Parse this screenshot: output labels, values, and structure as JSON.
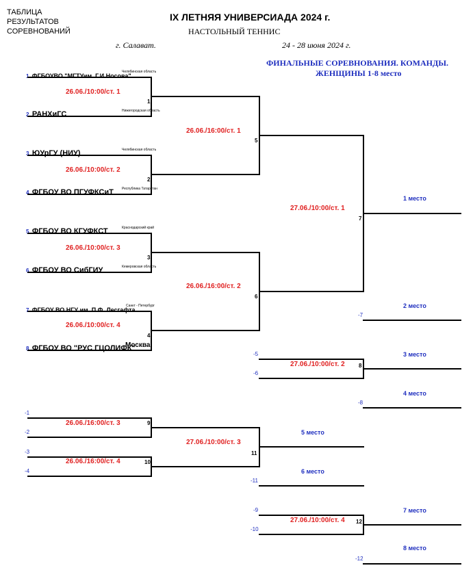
{
  "header": {
    "left_line1": "ТАБЛИЦА",
    "left_line2": "РЕЗУЛЬТАТОВ",
    "left_line3": "СОРЕВНОВАНИЙ",
    "title": "IX ЛЕТНЯЯ УНИВЕРСИАДА 2024 г.",
    "sport": "НАСТОЛЬНЫЙ ТЕННИС",
    "city": "г. Салават.",
    "dates": "24 - 28 июня 2024 г.",
    "event_line1": "ФИНАЛЬНЫЕ СОРЕВНОВАНИЯ. КОМАНДЫ.",
    "event_line2": "ЖЕНЩИНЫ 1-8 место"
  },
  "teams": [
    {
      "num": "1",
      "name": "ФГБОУВО \"МГТУим. Г.И.Носова\"",
      "region": "Челябинская область"
    },
    {
      "num": "2",
      "name": "РАНХиГС",
      "region": "Нижегородская область"
    },
    {
      "num": "3",
      "name": "ЮУрГУ (НИУ)",
      "region": "Челябинская область"
    },
    {
      "num": "4",
      "name": "ФГБОУ ВО ПГУФКСиТ",
      "region": "Республика Татарстан"
    },
    {
      "num": "5",
      "name": "ФГБОУ ВО КГУФКСТ",
      "region": "Краснодарский край"
    },
    {
      "num": "6",
      "name": "ФГБОУ ВО СибГИУ",
      "region": "Кемеровская область"
    },
    {
      "num": "7",
      "name": "ФГБОУ ВО НГУ им. П.Ф. Лесгафта",
      "region": "Санкт - Петербург"
    },
    {
      "num": "8",
      "name": "ФГБОУ ВО \"РУС ГЦОЛИФК\"",
      "region": "Москва"
    }
  ],
  "matches": {
    "m1": "26.06./10:00/ст. 1",
    "m2": "26.06./10:00/ст. 2",
    "m3": "26.06./10:00/ст. 3",
    "m4": "26.06./10:00/ст. 4",
    "m5": "26.06./16:00/ст. 1",
    "m6": "26.06./16:00/ст. 2",
    "m7": "27.06./10:00/ст. 1",
    "m8": "27.06./10:00/ст. 2",
    "m9": "26.06./16:00/ст. 3",
    "m10": "26.06./16:00/ст. 4",
    "m11": "27.06./10:00/ст. 3",
    "m12": "27.06./10:00/ст. 4"
  },
  "bracket_numbers": {
    "b1": "1",
    "b2": "2",
    "b3": "3",
    "b4": "4",
    "b5": "5",
    "b6": "6",
    "b7": "7",
    "b8": "8",
    "b9": "9",
    "b10": "10",
    "b11": "11",
    "b12": "12"
  },
  "losers": {
    "l1": "-1",
    "l2": "-2",
    "l3": "-3",
    "l4": "-4",
    "l5": "-5",
    "l6": "-6",
    "l7": "-7",
    "l8": "-8",
    "l9": "-9",
    "l10": "-10",
    "l11": "-11",
    "l12": "-12"
  },
  "places": {
    "p1": "1 место",
    "p2": "2 место",
    "p3": "3 место",
    "p4": "4 место",
    "p5": "5 место",
    "p6": "6 место",
    "p7": "7 место",
    "p8": "8 место"
  }
}
